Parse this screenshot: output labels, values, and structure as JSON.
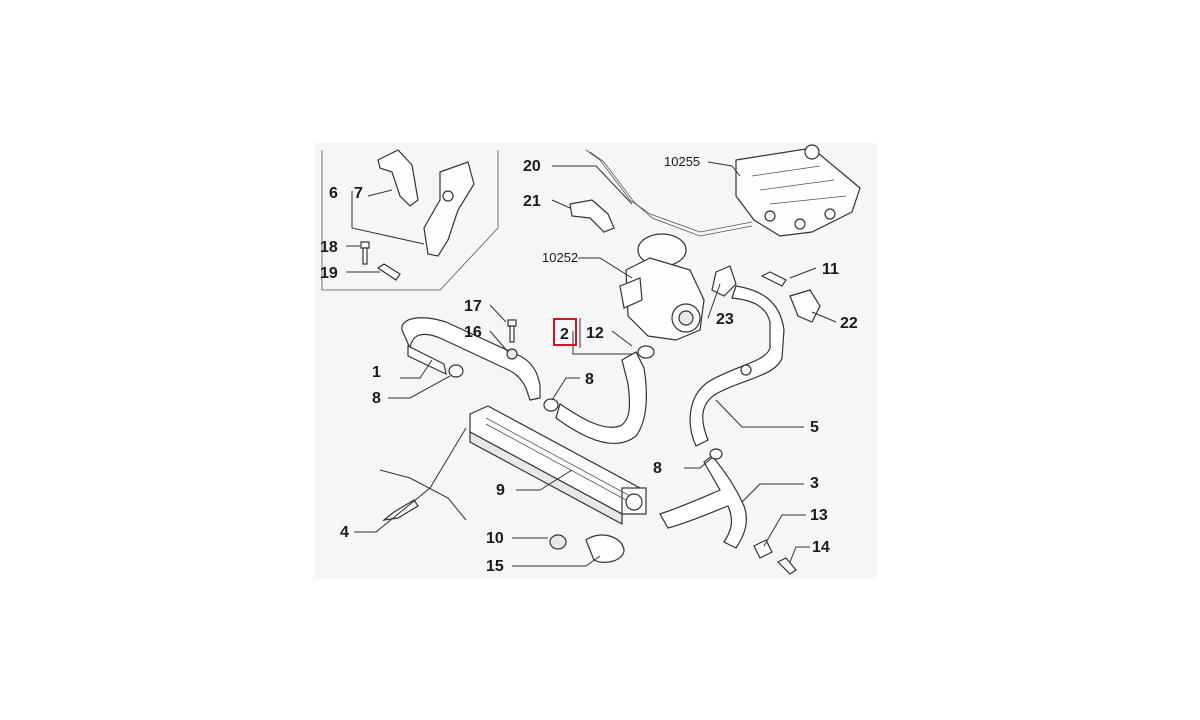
{
  "diagram": {
    "labels": {
      "p1": "1",
      "p2": "2",
      "p3": "3",
      "p4": "4",
      "p5": "5",
      "p6": "6",
      "p7": "7",
      "p8a": "8",
      "p8b": "8",
      "p8c": "8",
      "p9": "9",
      "p10": "10",
      "p11": "11",
      "p12": "12",
      "p13": "13",
      "p14": "14",
      "p15": "15",
      "p16": "16",
      "p17": "17",
      "p18": "18",
      "p19": "19",
      "p20": "20",
      "p21": "21",
      "p22": "22",
      "p23": "23",
      "p10252": "10252",
      "p10255": "10255"
    },
    "highlight": {
      "label": "p2",
      "color": "#d0142c"
    }
  }
}
